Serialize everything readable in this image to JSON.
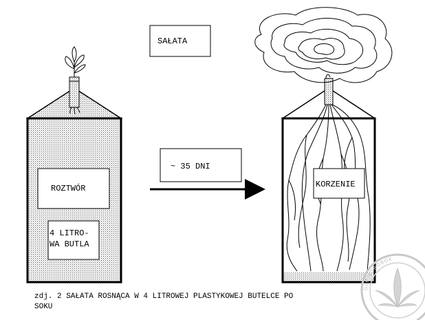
{
  "labels": {
    "title": "SAŁATA",
    "days": "~ 35 DNI",
    "solution": "ROZTWÓR",
    "bottle_line1": "4 LITRO-",
    "bottle_line2": "WA BUTLA",
    "roots": "KORZENIE"
  },
  "caption_line1": "zdj. 2 SAŁATA ROSNĄCA W 4 LITROWEJ PLASTYKOWEJ BUTELCE PO",
  "caption_line2": "SOKU",
  "watermark_text": "GLOWGROBOX",
  "colors": {
    "ink": "#000000",
    "watermark": "#bfbfbf"
  }
}
